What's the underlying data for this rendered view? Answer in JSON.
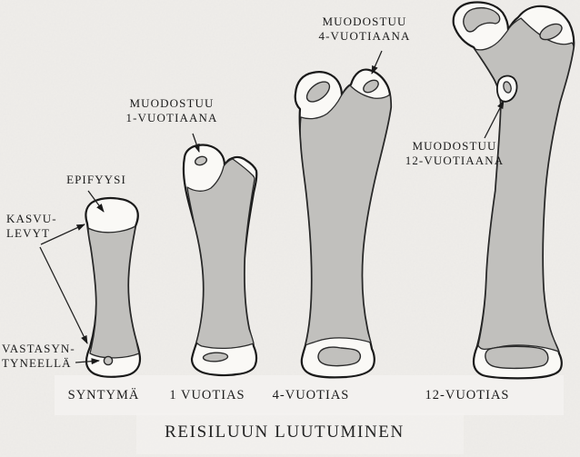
{
  "title": "REISILUUN LUUTUMINEN",
  "annotations": {
    "epiphysis": "EPIFYYSI",
    "growth_plates": "KASVU-\nLEVYT",
    "at_birth": "VASTASYN-\nTYNEELLÄ",
    "forms_at_1": "MUODOSTUU\n1-VUOTIAANA",
    "forms_at_4": "MUODOSTUU\n4-VUOTIAANA",
    "forms_at_12": "MUODOSTUU\n12-VUOTIAANA"
  },
  "stages": [
    {
      "caption": "SYNTYMÄ"
    },
    {
      "caption": "1 VUOTIAS"
    },
    {
      "caption": "4-VUOTIAS"
    },
    {
      "caption": "12-VUOTIAS"
    }
  ],
  "colors": {
    "paper": "#efedea",
    "bone_white": "#faf9f6",
    "cartilage_gray": "#c1c0bd",
    "outline": "#1a1a1a"
  }
}
